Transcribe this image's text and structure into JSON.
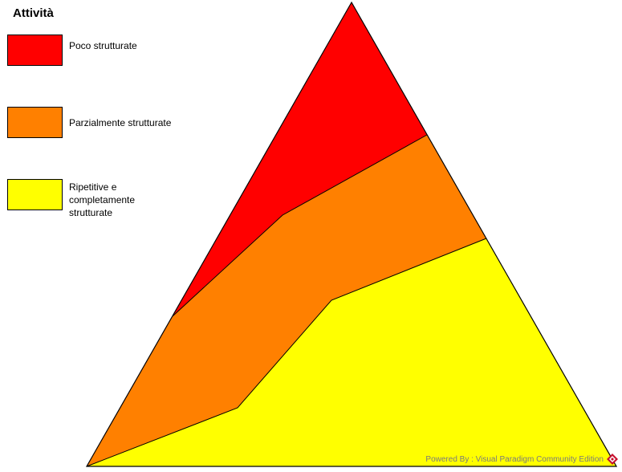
{
  "legend": {
    "title": "Attività",
    "items": [
      {
        "label": "Poco strutturate",
        "color": "#ff0000"
      },
      {
        "label": "Parzialmente strutturate",
        "color": "#ff8000"
      },
      {
        "label": "Ripetitive e completamente strutturate",
        "color": "#ffff00"
      }
    ]
  },
  "footer": {
    "watermark": "Powered By : Visual Paradigm Community Edition",
    "logo_icon": "visual-paradigm-logo-icon"
  }
}
